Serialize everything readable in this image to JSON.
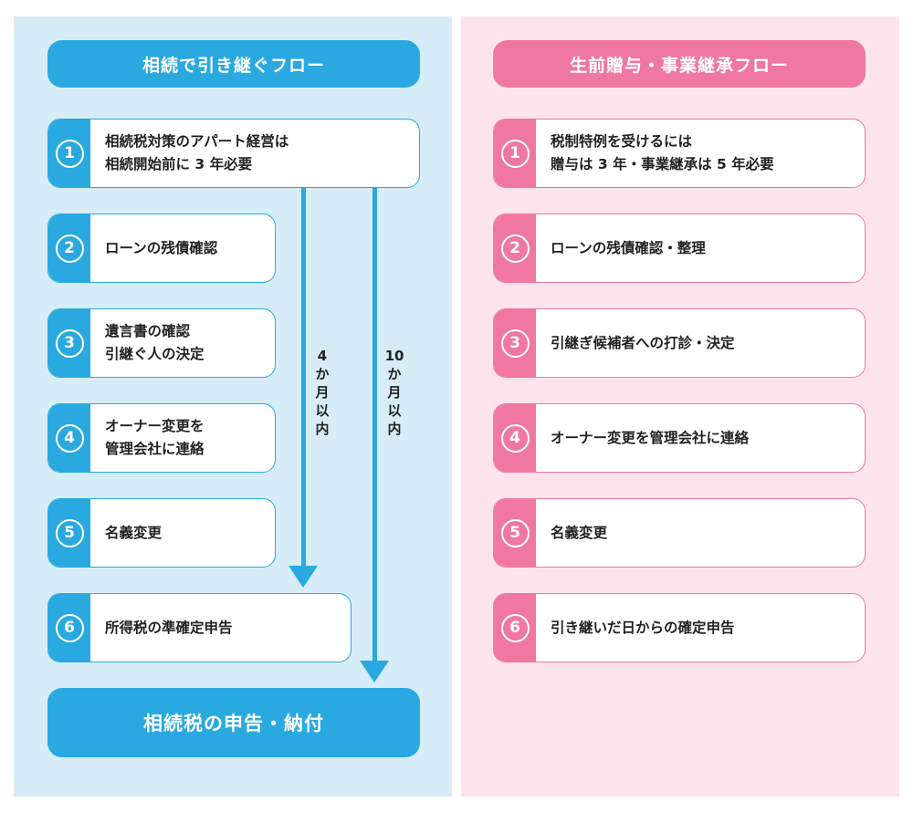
{
  "left": {
    "title": "相続で引き継ぐフロー",
    "steps": [
      {
        "num": "1",
        "line1": "相続税対策のアパート経営は",
        "line2": "相続開始前に 3 年必要"
      },
      {
        "num": "2",
        "line1": "ローンの残債確認",
        "line2": ""
      },
      {
        "num": "3",
        "line1": "遺言書の確認",
        "line2": "引継ぐ人の決定"
      },
      {
        "num": "4",
        "line1": "オーナー変更を",
        "line2": "管理会社に連絡"
      },
      {
        "num": "5",
        "line1": "名義変更",
        "line2": ""
      },
      {
        "num": "6",
        "line1": "所得税の準確定申告",
        "line2": ""
      }
    ],
    "arrow_short_label": [
      "4",
      "か",
      "月",
      "以",
      "内"
    ],
    "arrow_long_label": [
      "10",
      "か",
      "月",
      "以",
      "内"
    ],
    "final": "相続税の申告・納付"
  },
  "right": {
    "title": "生前贈与・事業継承フロー",
    "steps": [
      {
        "num": "1",
        "line1": "税制特例を受けるには",
        "line2": "贈与は 3 年・事業継承は 5 年必要"
      },
      {
        "num": "2",
        "line1": "ローンの残債確認・整理",
        "line2": ""
      },
      {
        "num": "3",
        "line1": "引継ぎ候補者への打診・決定",
        "line2": ""
      },
      {
        "num": "4",
        "line1": "オーナー変更を管理会社に連絡",
        "line2": ""
      },
      {
        "num": "5",
        "line1": "名義変更",
        "line2": ""
      },
      {
        "num": "6",
        "line1": "引き継いだ日からの確定申告",
        "line2": ""
      }
    ]
  },
  "colors": {
    "blue": "#29a9df",
    "pink": "#ef77a2",
    "blue_bg": "#d6edf7",
    "pink_bg": "#fde4ec"
  }
}
